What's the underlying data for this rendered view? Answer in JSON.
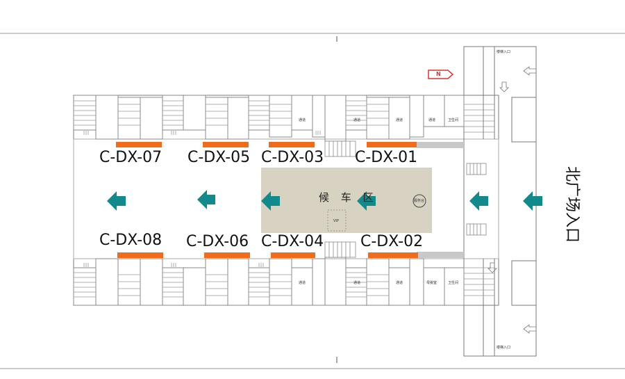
{
  "ad_slots": [
    {
      "id": "C-DX-07"
    },
    {
      "id": "C-DX-05"
    },
    {
      "id": "C-DX-03"
    },
    {
      "id": "C-DX-01"
    },
    {
      "id": "C-DX-08"
    },
    {
      "id": "C-DX-06"
    },
    {
      "id": "C-DX-04"
    },
    {
      "id": "C-DX-02"
    }
  ],
  "waiting_area": {
    "label": "候 车 区",
    "vip_label": "VIP",
    "round_label": "服务台"
  },
  "exit_label": "北广场入口",
  "north_marker": "N",
  "small_labels": {
    "passage": "通道",
    "restroom": "卫生间",
    "mother_room": "母婴室",
    "stairs": "楼梯入口"
  },
  "colors": {
    "ad_slot": "#f26a1b",
    "arrow": "#12898a",
    "waiting_area": "#d8d2c2",
    "line": "#7a7a7a",
    "north": "#e03030"
  }
}
